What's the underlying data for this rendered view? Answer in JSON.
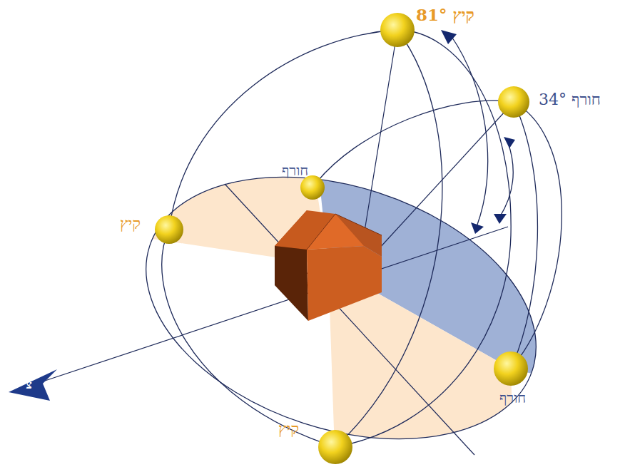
{
  "diagram": {
    "labels": [
      "קיץ 81°",
      "חורף 34°",
      "חורף",
      "קיץ",
      "חורף",
      "קיץ",
      "צ"
    ]
  }
}
